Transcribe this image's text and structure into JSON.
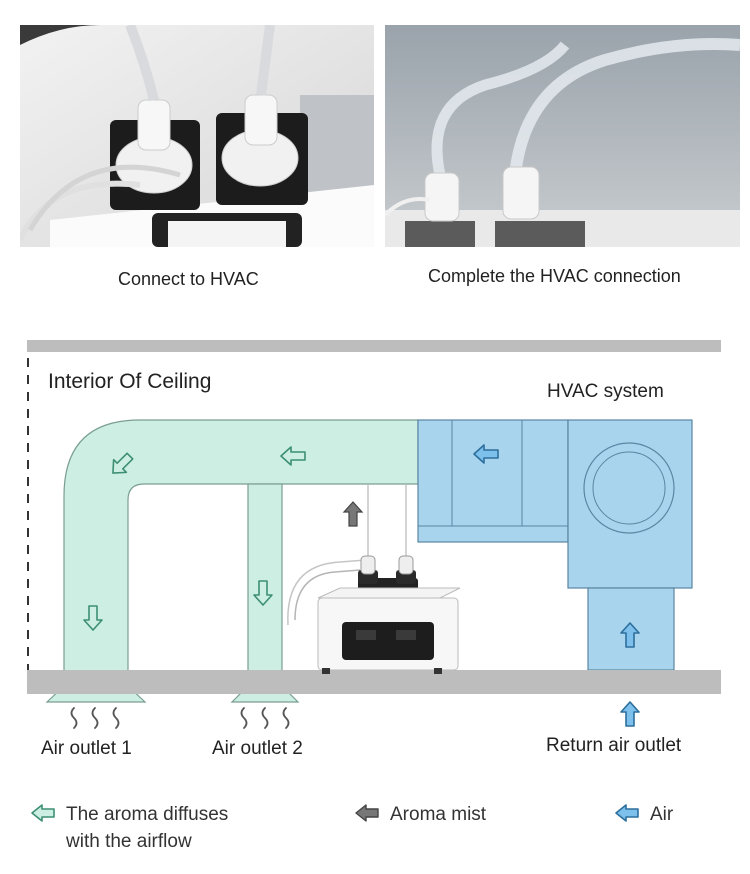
{
  "photos": {
    "left_caption": "Connect to HVAC",
    "right_caption": "Complete the HVAC connection"
  },
  "diagram": {
    "ceiling_label": "Interior Of Ceiling",
    "hvac_label": "HVAC system",
    "outlet1_label": "Air outlet 1",
    "outlet2_label": "Air outlet 2",
    "return_label": "Return air outlet"
  },
  "legend": {
    "aroma_diffuses_line1": "The aroma diffuses",
    "aroma_diffuses_line2": "with the airflow",
    "aroma_mist": "Aroma mist",
    "air": "Air"
  },
  "colors": {
    "duct_green": "#cdeee2",
    "duct_green_stroke": "#7a9e92",
    "arrow_green": "#3d8f74",
    "hvac_blue": "#a9d4ee",
    "hvac_blue_stroke": "#5a86a3",
    "arrow_blue": "#3a8ec9",
    "gray_band": "#bdbdbd",
    "arrow_gray": "#666666"
  }
}
